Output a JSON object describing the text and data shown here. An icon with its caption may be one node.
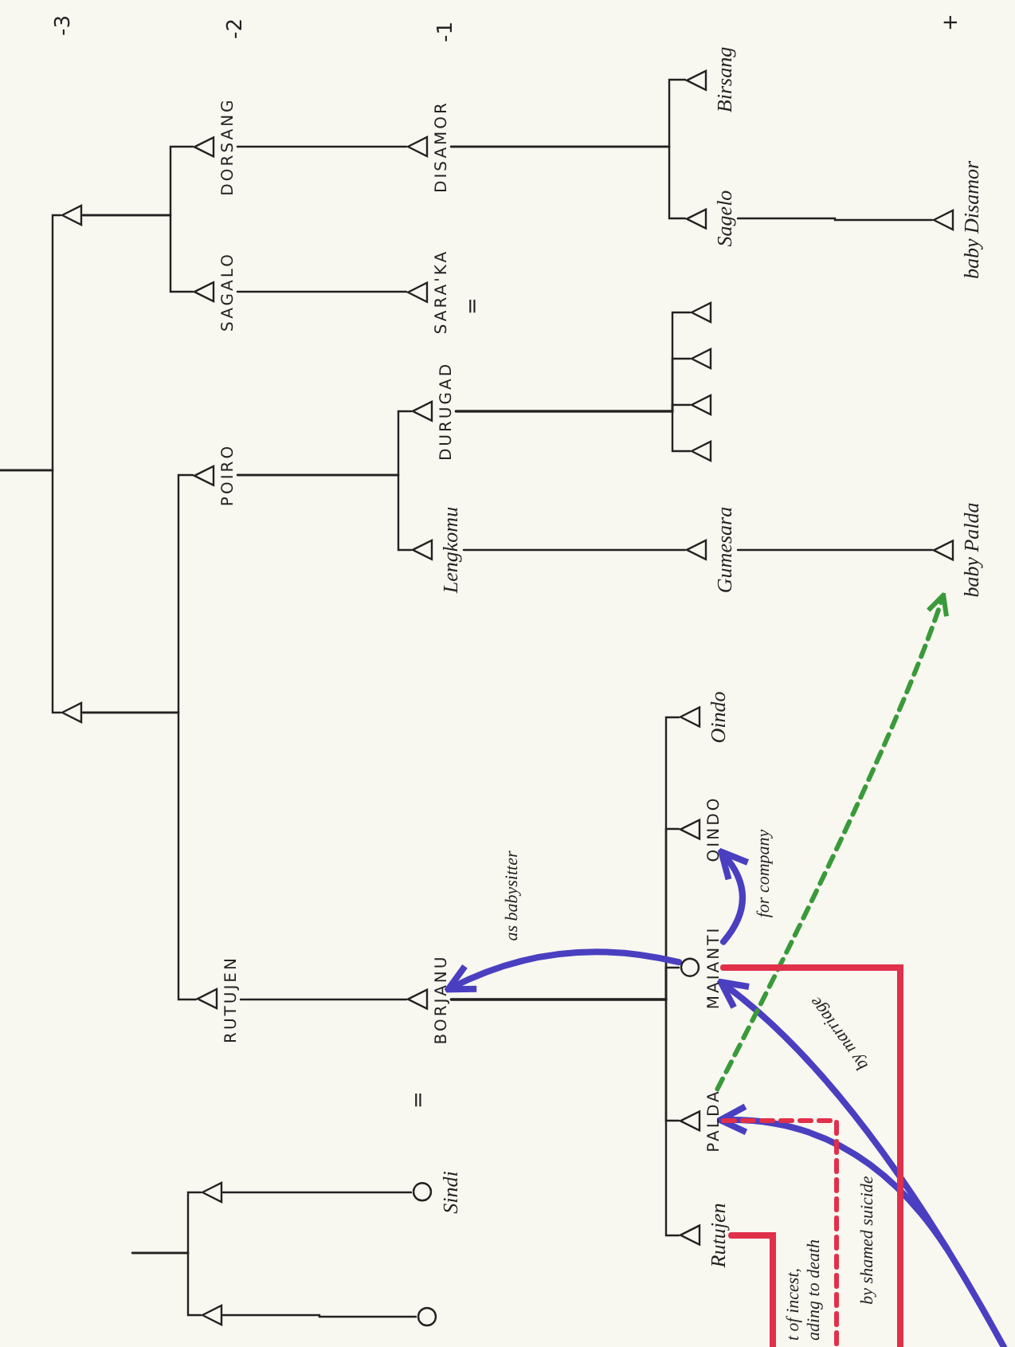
{
  "diagram": {
    "nodes": [
      {
        "text": [],
        "shape": "triangle"
      },
      {
        "text": [],
        "shape": "triangle"
      },
      {
        "text": [
          "DORSANG"
        ]
      },
      {
        "text": [
          "SAGALO"
        ]
      },
      {
        "text": [
          "POIRO"
        ]
      },
      {
        "text": [
          "RUTUJEN"
        ]
      },
      {
        "text": [],
        "shape": "triangle"
      },
      {
        "text": [],
        "shape": "triangle"
      },
      {
        "text": [
          "DISAMOR"
        ]
      },
      {
        "text": [
          "SARA'KA"
        ]
      },
      {
        "text": [
          "DURUGAD"
        ]
      },
      {
        "text": [
          "Lengkomu"
        ]
      },
      {
        "text": [
          "BORJANU"
        ]
      },
      {
        "text": [
          "Sindi"
        ]
      },
      {
        "text": [],
        "shape": "circle"
      },
      {
        "text": [
          "Birsang"
        ]
      },
      {
        "text": [
          "Sagelo"
        ]
      },
      {
        "text": [],
        "shape": "triangle"
      },
      {
        "text": [],
        "shape": "triangle"
      },
      {
        "text": [],
        "shape": "triangle"
      },
      {
        "text": [],
        "shape": "triangle"
      },
      {
        "text": [
          "Gumesara"
        ]
      },
      {
        "text": [
          "Oindo"
        ]
      },
      {
        "text": [
          "OINDO"
        ]
      },
      {
        "text": [
          "MAIANTI"
        ]
      },
      {
        "text": [
          "PALDA"
        ]
      },
      {
        "text": [
          "Rutujen"
        ]
      },
      {
        "text": [
          "baby Disamor"
        ]
      },
      {
        "text": [
          "baby Palda"
        ]
      }
    ],
    "edges": [
      {
        "from": null,
        "to": 0,
        "arrow": "none"
      },
      {
        "from": null,
        "to": 1,
        "arrow": "none"
      },
      {
        "from": 0,
        "to": 2,
        "arrow": "none"
      },
      {
        "from": 0,
        "to": 3,
        "arrow": "none"
      },
      {
        "from": 1,
        "to": 4,
        "arrow": "none"
      },
      {
        "from": 1,
        "to": 5,
        "arrow": "none"
      },
      {
        "from": null,
        "to": 6,
        "arrow": "none"
      },
      {
        "from": null,
        "to": 7,
        "arrow": "none"
      },
      {
        "from": 2,
        "to": 8,
        "arrow": "none"
      },
      {
        "from": 3,
        "to": 9,
        "arrow": "none"
      },
      {
        "from": 4,
        "to": 10,
        "arrow": "none"
      },
      {
        "from": 4,
        "to": 11,
        "arrow": "none"
      },
      {
        "from": 5,
        "to": 12,
        "arrow": "none"
      },
      {
        "from": 6,
        "to": 13,
        "arrow": "none"
      },
      {
        "from": 7,
        "to": 14,
        "arrow": "none"
      },
      {
        "from": 8,
        "to": 15,
        "arrow": "none"
      },
      {
        "from": 8,
        "to": 16,
        "arrow": "none"
      },
      {
        "from": 10,
        "to": 17,
        "arrow": "none"
      },
      {
        "from": 10,
        "to": 18,
        "arrow": "none"
      },
      {
        "from": 10,
        "to": 19,
        "arrow": "none"
      },
      {
        "from": 10,
        "to": 20,
        "arrow": "none"
      },
      {
        "from": 11,
        "to": 21,
        "arrow": "none"
      },
      {
        "from": 12,
        "to": 22,
        "arrow": "none"
      },
      {
        "from": 12,
        "to": 23,
        "arrow": "none"
      },
      {
        "from": 12,
        "to": 24,
        "arrow": "none"
      },
      {
        "from": 12,
        "to": 25,
        "arrow": "none"
      },
      {
        "from": 12,
        "to": 26,
        "arrow": "none"
      },
      {
        "from": 16,
        "to": 27,
        "arrow": "none"
      },
      {
        "from": 21,
        "to": 28,
        "arrow": "none"
      },
      {
        "from": 24,
        "to": 12,
        "arrow": "to",
        "label": "as babysitter",
        "style": "thick",
        "color": "#4a3fc0"
      },
      {
        "from": 24,
        "to": 23,
        "arrow": "to",
        "label": "for company",
        "style": "thick",
        "color": "#4a3fc0"
      },
      {
        "from": null,
        "to": 24,
        "arrow": "to",
        "label": "by marriage",
        "style": "thick",
        "color": "#4a3fc0"
      },
      {
        "from": null,
        "to": 25,
        "arrow": "to",
        "label": "by shamed suicide",
        "style": "thick",
        "color": "#4a3fc0"
      },
      {
        "from": 25,
        "to": 28,
        "arrow": "to",
        "style": "dashed",
        "color": "#3a9a3a"
      },
      {
        "from": 26,
        "to": null,
        "arrow": "none",
        "style": "thick",
        "color": "#e0304a"
      },
      {
        "from": 25,
        "to": null,
        "arrow": "none",
        "style": "dashed",
        "color": "#e0304a"
      },
      {
        "from": 24,
        "to": null,
        "arrow": "none",
        "style": "thick",
        "color": "#e0304a"
      }
    ],
    "labels": [
      "-3",
      "-2",
      "-1",
      "+",
      "=",
      "=",
      "t of incest, ading to death"
    ]
  }
}
